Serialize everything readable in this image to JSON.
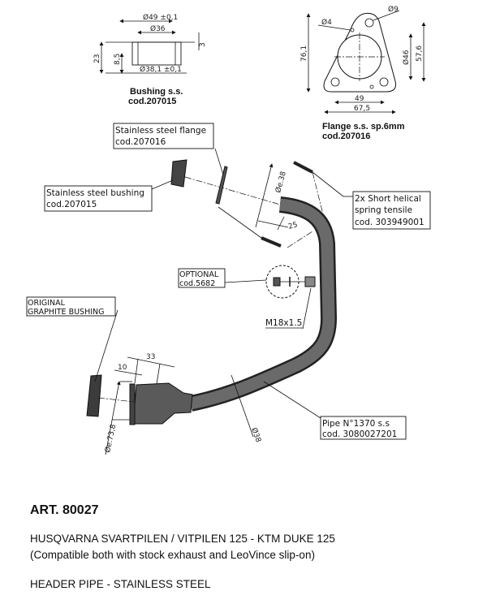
{
  "bushing_detail": {
    "dims": {
      "outer": "Ø49 ±0,1",
      "inner": "Ø36",
      "bottom": "Ø38,1 ±0,1",
      "height": "23",
      "step": "8,5",
      "lip": "3"
    },
    "title": "Bushing s.s.",
    "code": "cod.207015"
  },
  "flange_detail": {
    "dims": {
      "small_hole": "Ø4",
      "stud_hole": "Ø9",
      "height": "76,1",
      "bore": "Ø46",
      "center_height": "57,6",
      "hole_spacing": "49",
      "width": "67,5"
    },
    "title": "Flange s.s. sp.6mm",
    "code": "cod.207016"
  },
  "callouts": {
    "flange": [
      "Stainless steel flange",
      "cod.207016"
    ],
    "bushing": [
      "Stainless steel bushing",
      "cod.207015"
    ],
    "spring": [
      "2x Short helical",
      "spring tensile",
      "cod. 303949001"
    ],
    "optional": [
      "OPTIONAL",
      "cod.5682"
    ],
    "thread": "M18x1.5",
    "graphite": [
      "ORIGINAL",
      "GRAPHITE BUSHING"
    ],
    "pipe": [
      "Pipe N°1370 s.s",
      "cod. 3080027201"
    ]
  },
  "pipe_dims": {
    "inlet_dia": "Øe.38",
    "inlet_len": "25",
    "outlet_len_a": "33",
    "outlet_len_b": "10",
    "outlet_dia": "Øe.73,8",
    "tube_dia": "Ø38"
  },
  "product": {
    "article": "ART. 80027",
    "models": "HUSQVARNA SVARTPILEN / VITPILEN 125 - KTM DUKE 125",
    "compat": "(Compatible both with stock exhaust and LeoVince slip-on)",
    "description": "HEADER PIPE - STAINLESS STEEL"
  }
}
